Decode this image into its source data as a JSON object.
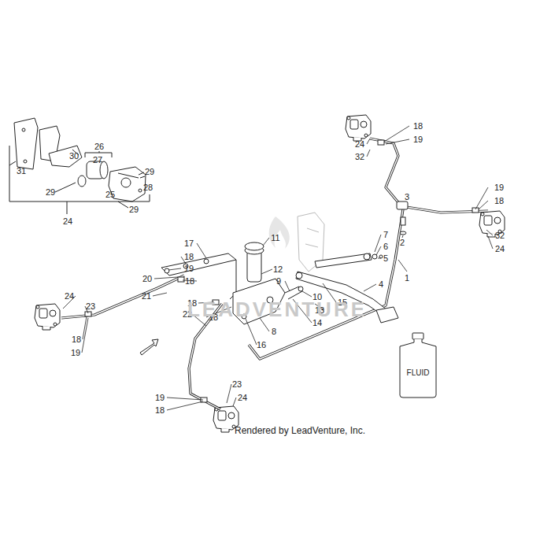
{
  "diagram": {
    "caption": "Rendered by LeadVenture, Inc.",
    "nodes": [
      {
        "text": [
          "FLUID"
        ]
      }
    ],
    "labels": [
      "31",
      "30",
      "26",
      "27",
      "29",
      "25",
      "28",
      "29",
      "29",
      "24",
      "18",
      "19",
      "24",
      "32",
      "3",
      "19",
      "18",
      "32",
      "24",
      "2",
      "1",
      "7",
      "6",
      "5",
      "4",
      "17",
      "18",
      "19",
      "20",
      "18",
      "21",
      "18",
      "22",
      "18",
      "11",
      "12",
      "9",
      "10",
      "15",
      "13",
      "14",
      "8",
      "16",
      "24",
      "23",
      "18",
      "19",
      "19",
      "18",
      "23",
      "24",
      "LEADVENTURE"
    ]
  }
}
